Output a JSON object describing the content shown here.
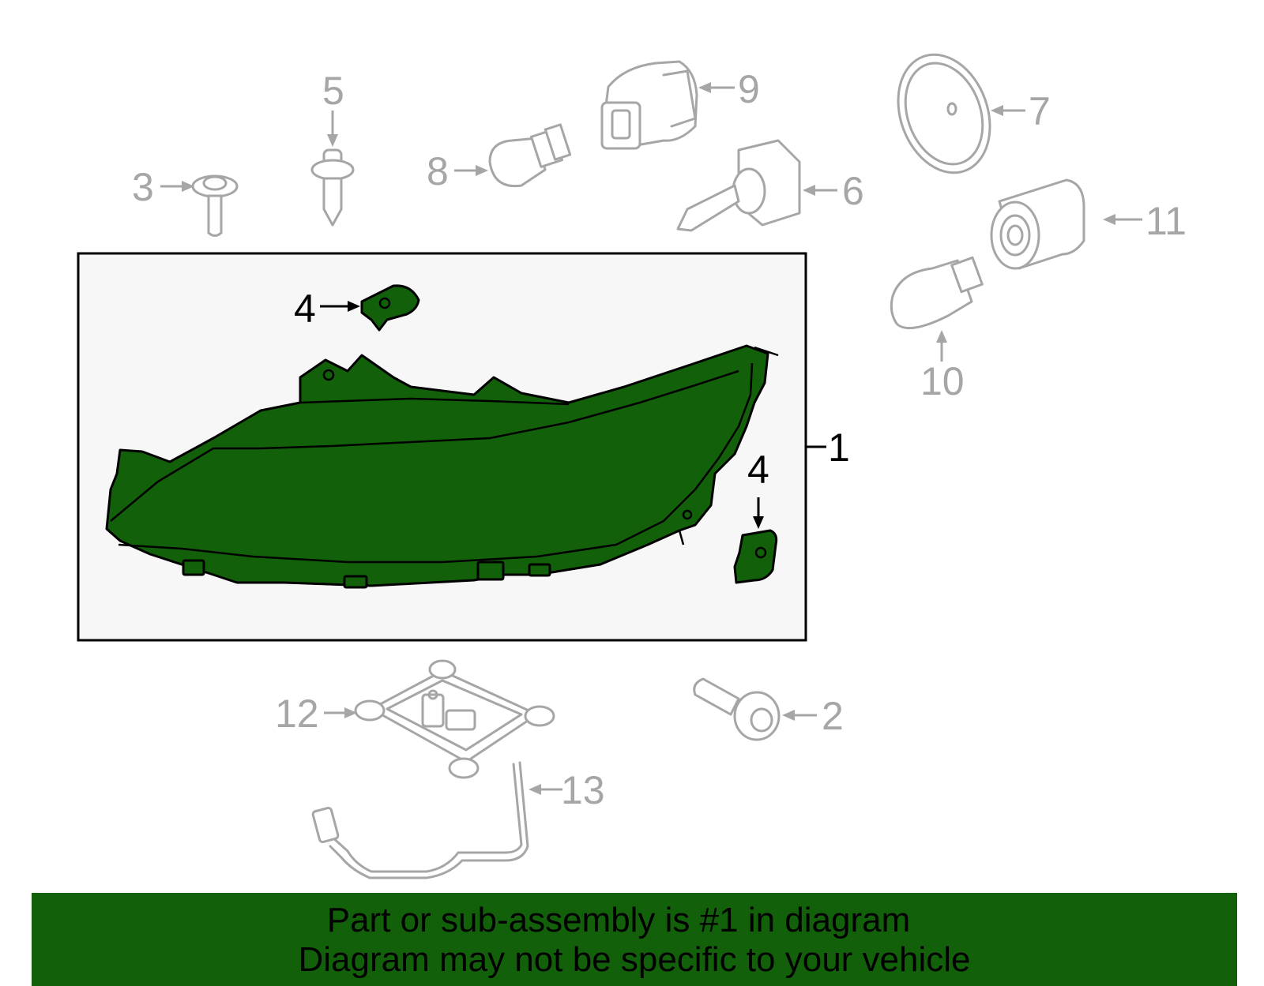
{
  "callouts": {
    "c1": "1",
    "c2": "2",
    "c3": "3",
    "c4a": "4",
    "c4b": "4",
    "c5": "5",
    "c6": "6",
    "c7": "7",
    "c8": "8",
    "c9": "9",
    "c10": "10",
    "c11": "11",
    "c12": "12",
    "c13": "13"
  },
  "banner": {
    "line1": "Part or sub-assembly is #1 in diagram",
    "line2": "Diagram may not be specific to your vehicle"
  },
  "colors": {
    "highlight": "#13600a",
    "other_parts": "#a6a6a6",
    "box_background": "#f7f7f7"
  }
}
